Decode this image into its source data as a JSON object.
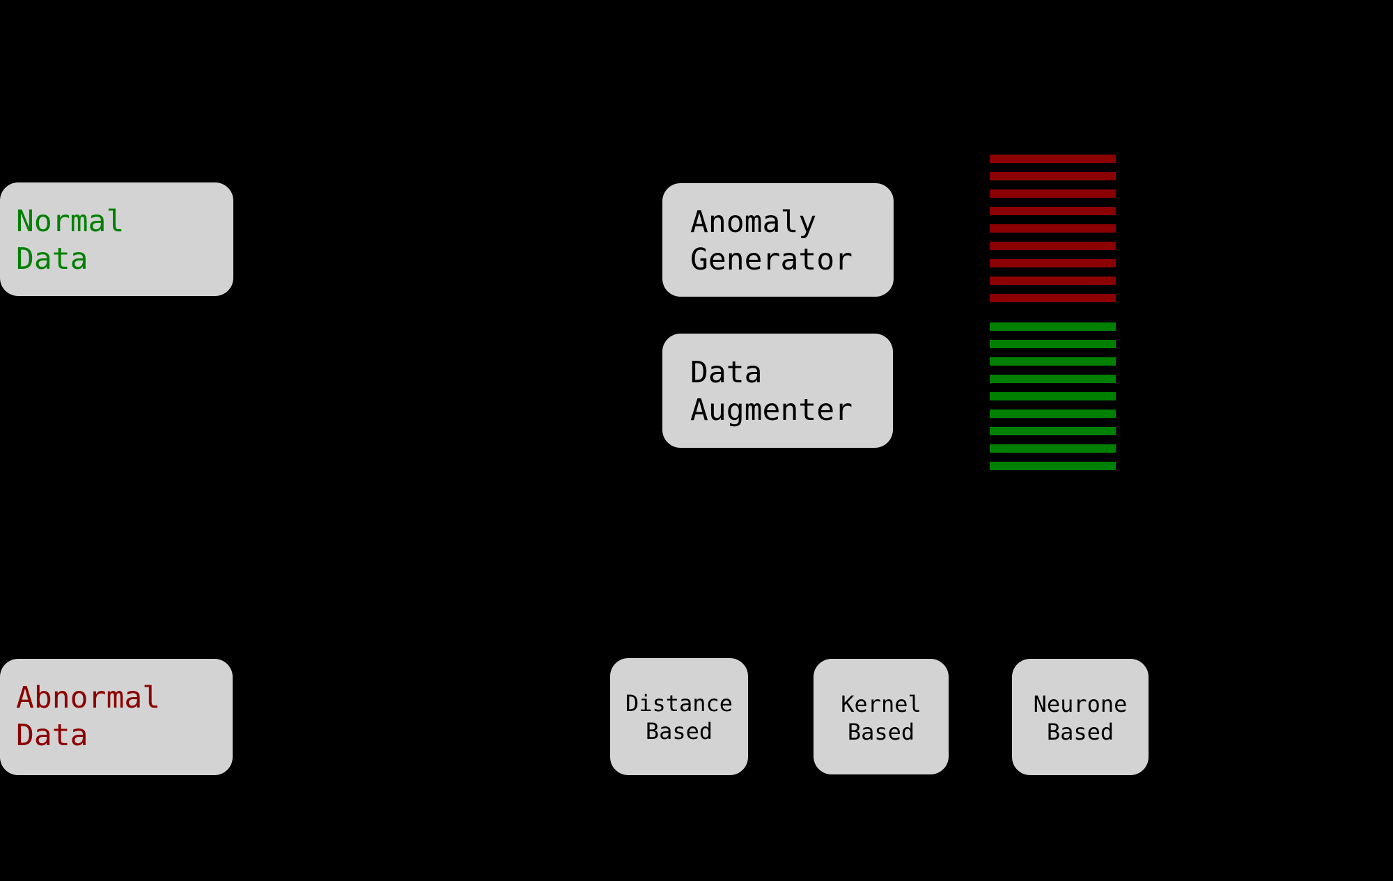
{
  "diagram": {
    "background": "#000000",
    "box_fill": "#d3d3d3",
    "boxes": {
      "normal_data": {
        "line1": "Normal",
        "line2": "Data",
        "text_color": "#008000"
      },
      "abnormal_data": {
        "line1": "Abnormal",
        "line2": "Data",
        "text_color": "#8b0000"
      },
      "anomaly_generator": {
        "line1": "Anomaly",
        "line2": "Generator",
        "text_color": "#000000"
      },
      "data_augmenter": {
        "line1": "Data",
        "line2": "Augmenter",
        "text_color": "#000000"
      },
      "distance_based": {
        "line1": "Distance",
        "line2": "Based",
        "text_color": "#000000"
      },
      "kernel_based": {
        "line1": "Kernel",
        "line2": "Based",
        "text_color": "#000000"
      },
      "neurone_based": {
        "line1": "Neurone",
        "line2": "Based",
        "text_color": "#000000"
      }
    },
    "stripes": {
      "red": {
        "count": 9,
        "color": "#8b0000"
      },
      "green": {
        "count": 9,
        "color": "#008000"
      }
    }
  }
}
